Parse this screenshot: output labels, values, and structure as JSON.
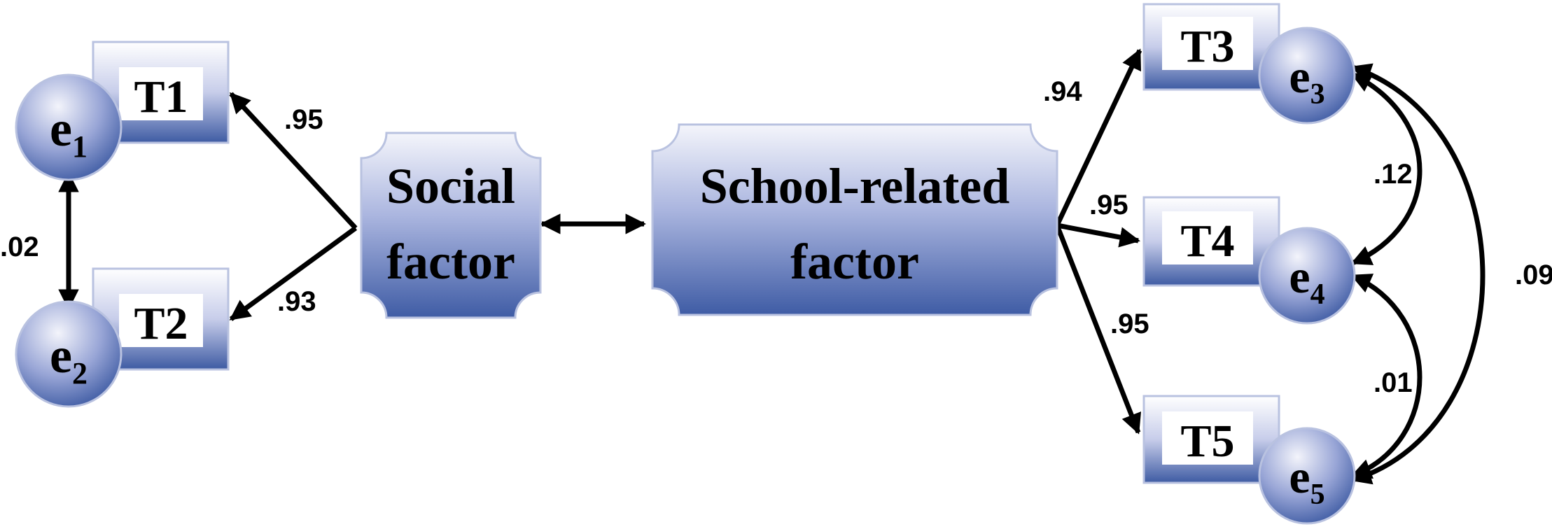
{
  "factors": {
    "social": {
      "line1": "Social",
      "line2": "factor"
    },
    "school": {
      "line1": "School-related",
      "line2": "factor"
    }
  },
  "items": {
    "t1": "T1",
    "t2": "T2",
    "t3": "T3",
    "t4": "T4",
    "t5": "T5"
  },
  "errors": {
    "e1": {
      "base": "e",
      "sub": "1"
    },
    "e2": {
      "base": "e",
      "sub": "2"
    },
    "e3": {
      "base": "e",
      "sub": "3"
    },
    "e4": {
      "base": "e",
      "sub": "4"
    },
    "e5": {
      "base": "e",
      "sub": "5"
    }
  },
  "loadings": {
    "social_t1": ".95",
    "social_t2": ".93",
    "school_t3": ".94",
    "school_t4": ".95",
    "school_t5": ".95"
  },
  "correlations": {
    "e1_e2": ".02",
    "e3_e4": ".12",
    "e4_e5": ".01",
    "e3_e5": ".09"
  },
  "colors": {
    "shape_top": "#ffffff",
    "shape_mid": "#a9b4de",
    "shape_bottom": "#3e5ba3",
    "border": "#b9c2e0",
    "text": "#000000"
  }
}
